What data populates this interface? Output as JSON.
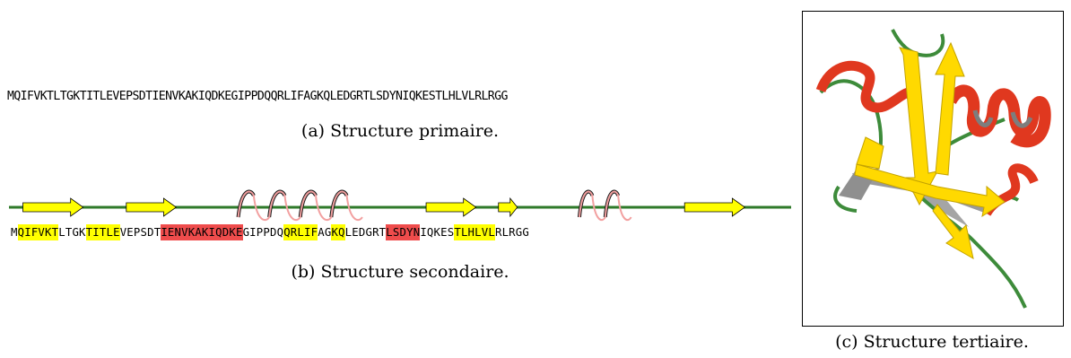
{
  "primary": {
    "sequence": "MQIFVKTLTGKTITLEVEPSDTIENVKAKIQDKEGIPPDQQRLIFAGKQLEDGRTLSDYNIQKESTLHLVLRLRGG",
    "caption": "(a) Structure primaire."
  },
  "secondary": {
    "caption": "(b) Structure secondaire.",
    "segments": [
      {
        "text": "M",
        "type": "coil"
      },
      {
        "text": "QIFVKT",
        "type": "strand"
      },
      {
        "text": "LTGK",
        "type": "coil"
      },
      {
        "text": "TITLE",
        "type": "strand"
      },
      {
        "text": "VEPSDT",
        "type": "coil"
      },
      {
        "text": "IENVKAKIQDKE",
        "type": "helix"
      },
      {
        "text": "GIPPDQ",
        "type": "coil"
      },
      {
        "text": "QRLIF",
        "type": "strand"
      },
      {
        "text": "AG",
        "type": "coil"
      },
      {
        "text": "KQ",
        "type": "strand"
      },
      {
        "text": "LEDGRT",
        "type": "coil"
      },
      {
        "text": "LSDYN",
        "type": "helix"
      },
      {
        "text": "IQKES",
        "type": "coil"
      },
      {
        "text": "TLHLVL",
        "type": "strand"
      },
      {
        "text": "RLRGG",
        "type": "coil"
      }
    ]
  },
  "tertiary": {
    "caption": "(c) Structure tertiaire."
  },
  "colors": {
    "strand": "#ffff00",
    "helix": "#ef4c4c",
    "coil": "#2f7a2a",
    "helix_back": "#1a1a1a",
    "sheet_side": "#9a9a9a"
  }
}
